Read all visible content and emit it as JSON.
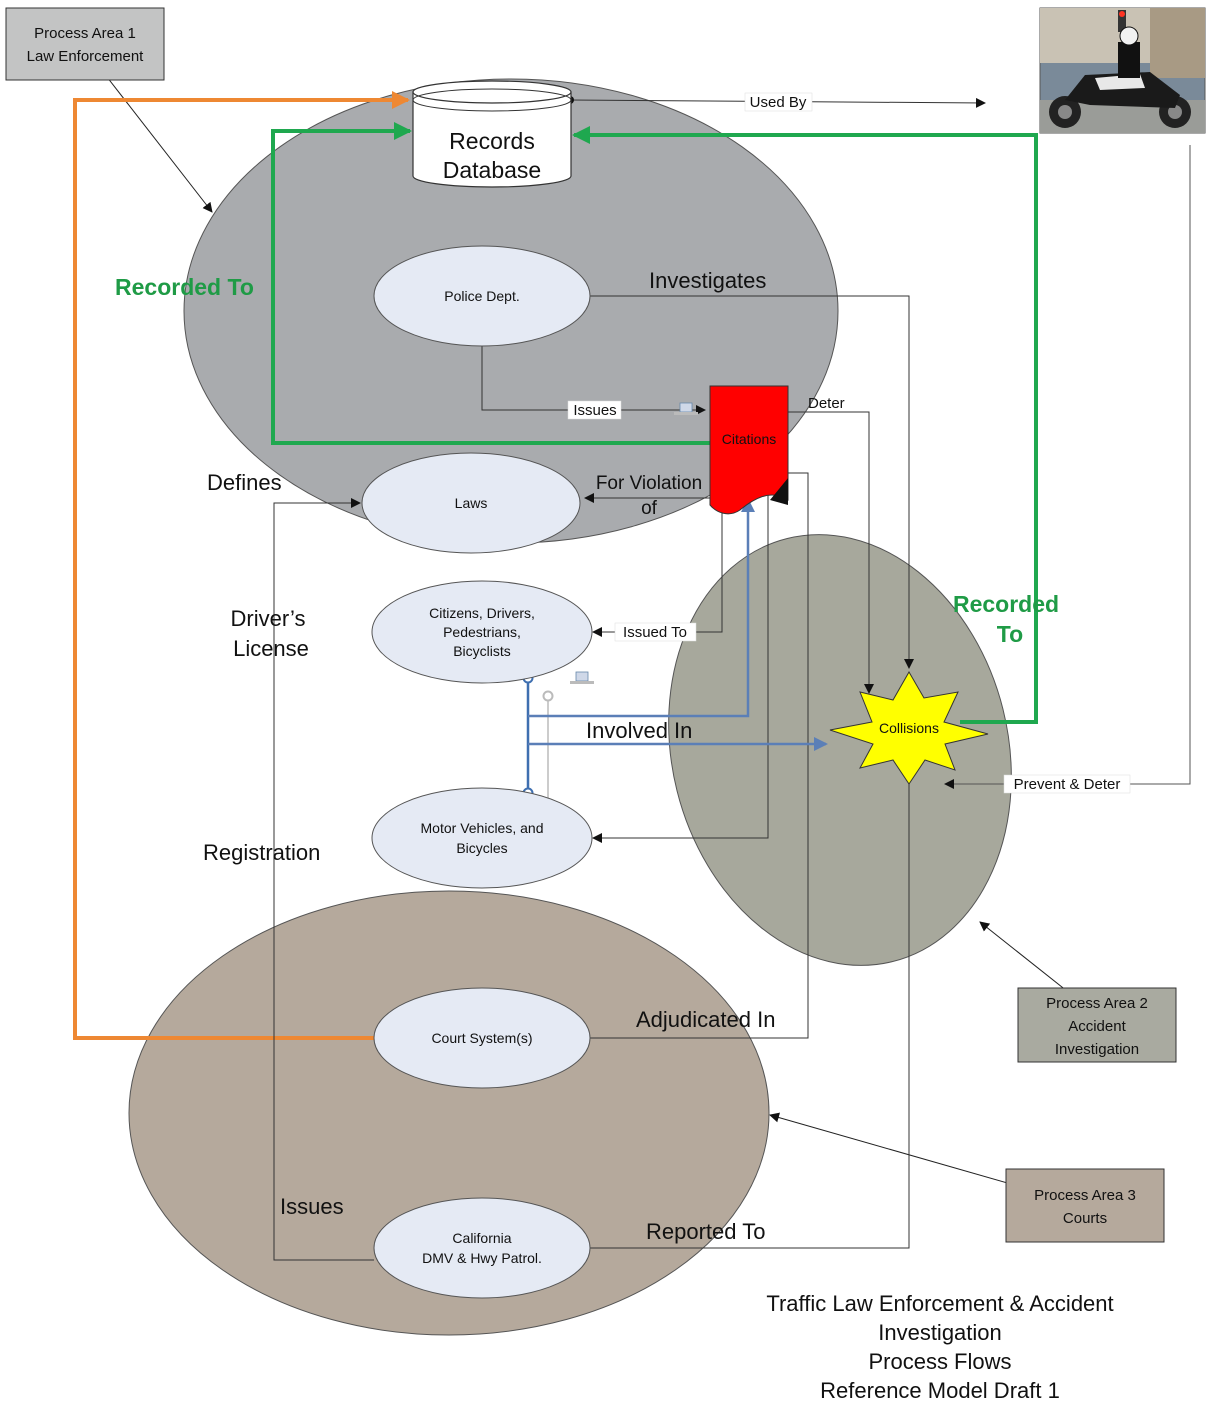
{
  "boxes": {
    "area1": [
      "Process Area 1",
      "Law Enforcement"
    ],
    "area2": [
      "Process Area 2",
      "Accident",
      "Investigation"
    ],
    "area3": [
      "Process Area 3",
      "Courts"
    ]
  },
  "nodes": {
    "records_db": [
      "Records",
      "Database"
    ],
    "police": "Police Dept.",
    "laws": "Laws",
    "citizens": [
      "Citizens, Drivers,",
      "Pedestrians,",
      "Bicyclists"
    ],
    "vehicles": [
      "Motor Vehicles, and",
      "Bicycles"
    ],
    "court": "Court System(s)",
    "dmv": [
      "California",
      "DMV & Hwy Patrol."
    ],
    "citations": "Citations",
    "collisions": "Collisions"
  },
  "edges": {
    "used_by": "Used By",
    "investigates": "Investigates",
    "issues": "Issues",
    "deter": "Deter",
    "defines": "Defines",
    "for_violation": [
      "For Violation",
      "of"
    ],
    "recorded_to_left": "Recorded To",
    "recorded_to_right": [
      "Recorded",
      "To"
    ],
    "drivers_license": [
      "Driver’s",
      "License"
    ],
    "issued_to": "Issued To",
    "involved_in": "Involved In",
    "registration": "Registration",
    "prevent_deter": "Prevent & Deter",
    "adjudicated_in": "Adjudicated In",
    "issues_dmv": "Issues",
    "reported_to": "Reported To"
  },
  "title": [
    "Traffic Law Enforcement & Accident",
    "Investigation",
    "Process Flows",
    "Reference Model Draft 1"
  ],
  "colors": {
    "law_enforcement_area": "#a9abae",
    "accident_area": "#a7a89c",
    "courts_area": "#b5a99c",
    "node_fill": "#e5eaf4",
    "citations_fill": "#ff0000",
    "collisions_fill": "#ffff00",
    "recorded_line": "#1fa84f",
    "court_line": "#ee8833",
    "involved_line": "#5b7fb7"
  }
}
